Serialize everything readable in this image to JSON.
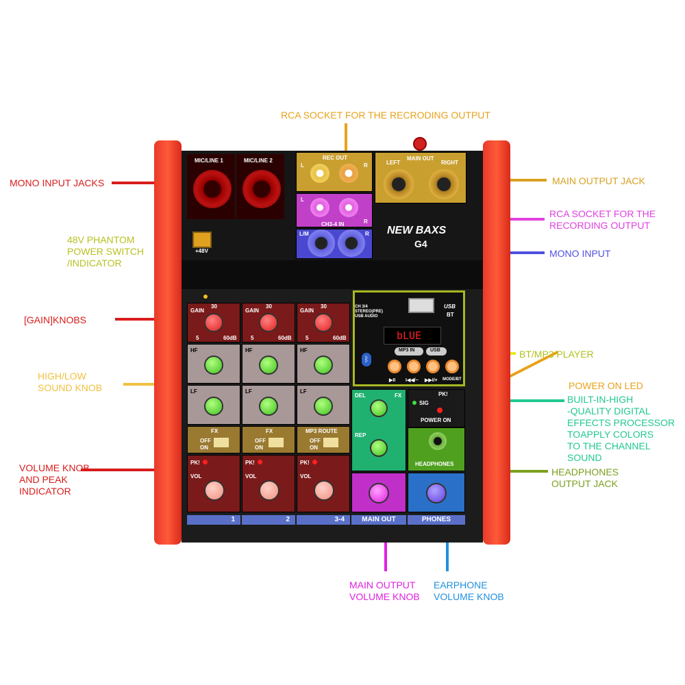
{
  "callouts": {
    "rca_rec_top": "RCA SOCKET FOR THE RECRODING OUTPUT",
    "mono_jacks": "MONO INPUT JACKS",
    "main_out_jack": "MAIN OUTPUT JACK",
    "rca_rec_right": "RCA SOCKET FOR THE\nRECORDING OUTPUT",
    "phantom": "48V PHANTOM\nPOWER SWITCH\n/INDICATOR",
    "mono_input": "MONO INPUT",
    "gain": "[GAIN]KNOBS",
    "bt_mp3": "BT/MP3 PLAYER",
    "hi_low": "HIGH/LOW\nSOUND KNOB",
    "power_led": "POWER ON LED",
    "effects": "BUILT-IN-HIGH\n-QUALITY DIGITAL\nEFFECTS PROCESSOR\nTOAPPLY COLORS\nTO THE CHANNEL\nSOUND",
    "volume": "VOLUME KNOB\nAND PEAK\nINDICATOR",
    "headphones": "HEADPHONES\nOUTPUT JACK",
    "main_vol": "MAIN OUTPUT\nVOLUME KNOB",
    "earphone": "EARPHONE\nVOLUME KNOB"
  },
  "device": {
    "mic1": "MIC/LINE 1",
    "mic2": "MIC/LINE 2",
    "rec_out": "REC OUT",
    "main_out": "MAIN OUT",
    "left": "LEFT",
    "right": "RIGHT",
    "l": "L",
    "r": "R",
    "ch34in": "CH3-4 IN",
    "lm": "L/M",
    "brand": "NEW BAXS",
    "model": "G4",
    "phantom": "+48V",
    "usb": "USB",
    "bt": "BT",
    "ch34": "CH 3/4\nSTEREO(PRE)\nUSB AUDIO",
    "display": "bLUE",
    "mp3in": "MP3 IN",
    "usb_btn": "USB",
    "ctrl_labels": [
      "▶II",
      "I◀◀/−",
      "▶▶I/+",
      "MODE/BT"
    ],
    "gain": "GAIN",
    "gain_min": "5",
    "gain_max": "60dB",
    "gain_top": "30",
    "hf": "HF",
    "lf": "LF",
    "fx": "FX",
    "mp3route": "MP3 ROUTE",
    "off": "OFF",
    "on": "ON",
    "pk": "PK!",
    "vol": "VOL",
    "del": "DEL",
    "fx2": "FX",
    "rep": "REP",
    "sig": "SIG",
    "pk2": "PK!",
    "power_on": "POWER ON",
    "headphones": "HEADPHONES",
    "ch1": "1",
    "ch2": "2",
    "ch34label": "3-4",
    "main_label": "MAIN OUT",
    "phones_label": "PHONES"
  },
  "colors": {
    "red": "#d91c1c",
    "orange": "#e8a21a",
    "magenta": "#e040e0",
    "blue": "#5050e0",
    "yellow_green": "#c8d820",
    "gold": "#e8b838",
    "green": "#20c890",
    "olive": "#7aa020"
  }
}
